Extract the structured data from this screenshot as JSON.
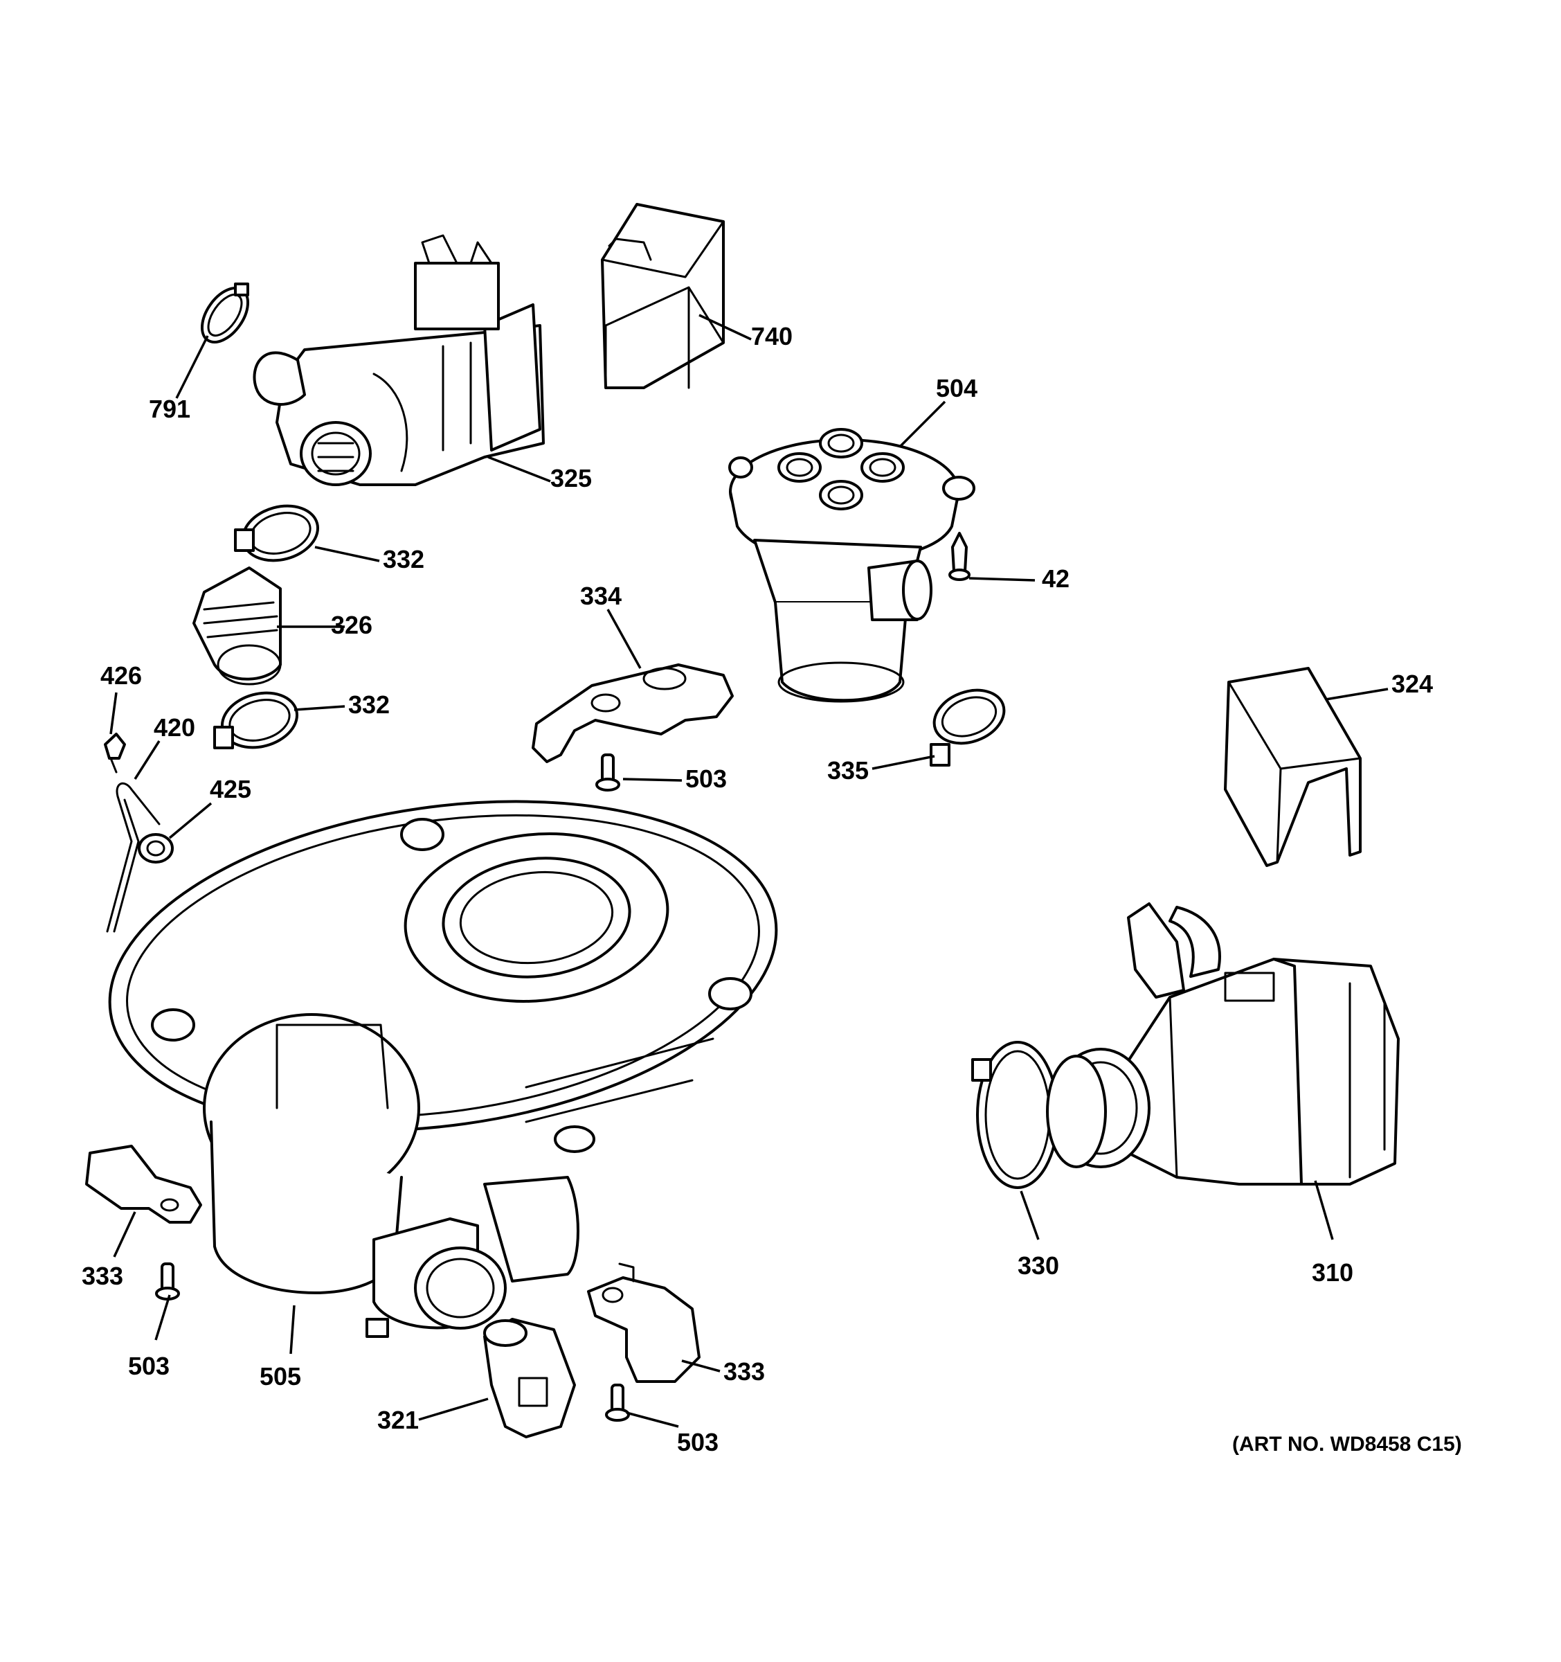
{
  "callouts": {
    "p791": "791",
    "p325": "325",
    "p740": "740",
    "p504": "504",
    "p42": "42",
    "p332a": "332",
    "p326": "326",
    "p332b": "332",
    "p334": "334",
    "p426": "426",
    "p420": "420",
    "p425": "425",
    "p503a": "503",
    "p335": "335",
    "p324": "324",
    "p333a": "333",
    "p503b": "503",
    "p505": "505",
    "p321": "321",
    "p333b": "333",
    "p503c": "503",
    "p330": "330",
    "p310": "310"
  },
  "art_number": "(ART NO. WD8458 C15)"
}
